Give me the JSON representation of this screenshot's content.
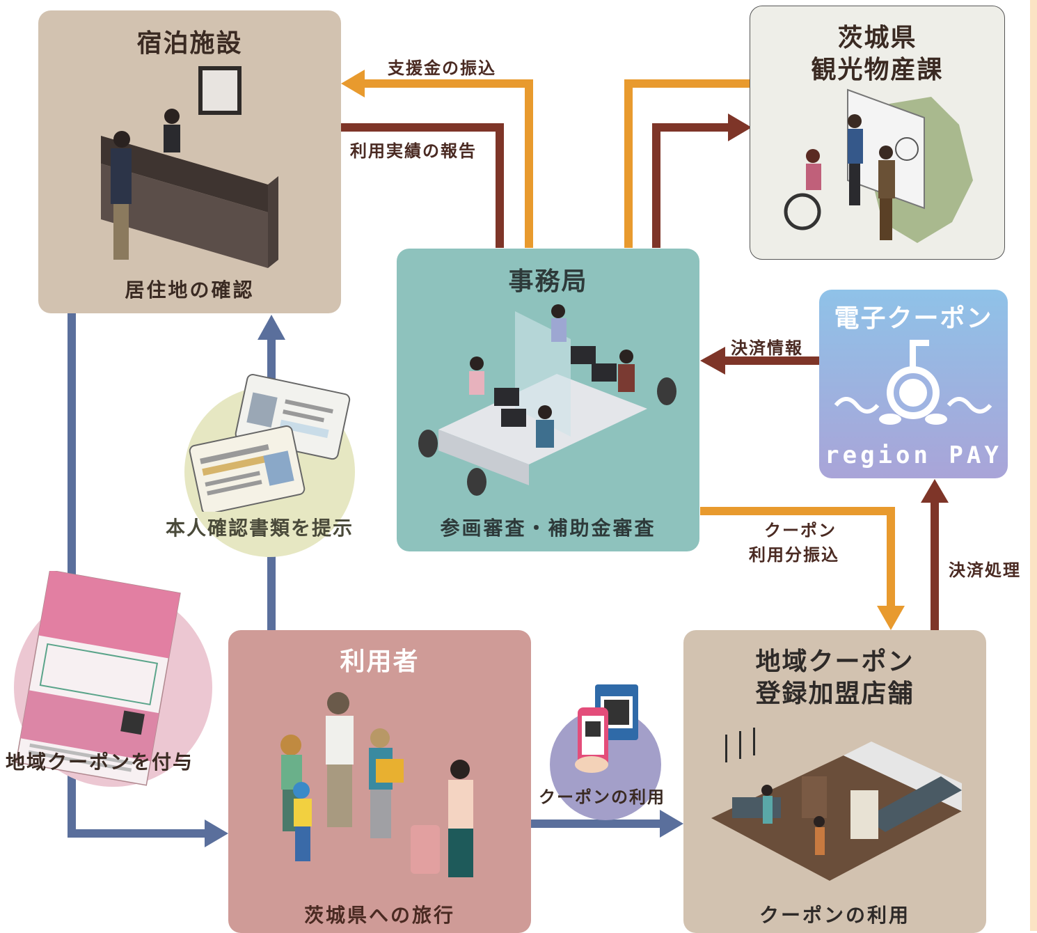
{
  "nodes": {
    "hotel": {
      "title": "宿泊施設",
      "caption": "居住地の確認"
    },
    "prefecture": {
      "title_line1": "茨城県",
      "title_line2": "観光物産課"
    },
    "office": {
      "title": "事務局",
      "caption": "参画審査・補助金審査"
    },
    "ecoupon": {
      "title": "電子クーポン",
      "brand": "region PAY"
    },
    "user": {
      "title": "利用者",
      "caption": "茨城県への旅行"
    },
    "store": {
      "title_line1": "地域クーポン",
      "title_line2": "登録加盟店舗",
      "caption": "クーポンの利用"
    }
  },
  "circles": {
    "id_docs": {
      "label": "本人確認書類を提示"
    },
    "grant": {
      "label": "地域クーポンを付与"
    },
    "use": {
      "label": "クーポンの利用"
    }
  },
  "flows": {
    "subsidy_transfer": "支援金の振込",
    "usage_report": "利用実績の報告",
    "payment_info": "決済情報",
    "coupon_transfer_line1": "クーポン",
    "coupon_transfer_line2": "利用分振込",
    "payment_process": "決済処理"
  },
  "colors": {
    "hotel_bg": "#d2c2b0",
    "prefecture_bg": "#eeeee8",
    "office_bg": "#8ec2bd",
    "user_bg": "#cf9b97",
    "store_bg": "#d2c2b0",
    "orange_arrow": "#e89a2e",
    "maroon_arrow": "#7e3528",
    "blue_arrow": "#5a6f9c"
  }
}
